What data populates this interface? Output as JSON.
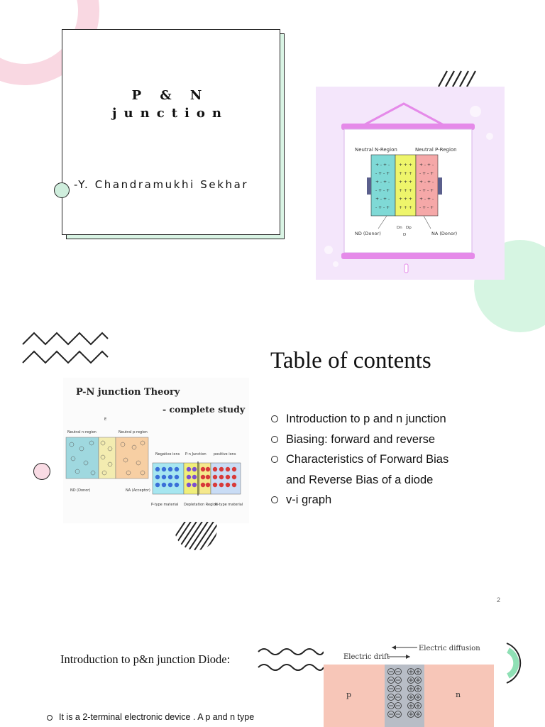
{
  "slide1": {
    "title_line1": "P & N",
    "title_line2": "junction",
    "author": "-Y. Chandramukhi Sekhar",
    "image": {
      "label_n_region": "Neutral N-Region",
      "label_p_region": "Neutral P-Region",
      "label_donor_left": "ND (Donor)",
      "label_donor_right": "NA (Donor)",
      "label_dn": "Dn",
      "label_dp": "Dp",
      "label_d": "D"
    }
  },
  "slide2": {
    "toc_title": "Table of contents",
    "toc_items": [
      "Introduction to p and n junction",
      "Biasing: forward and reverse",
      "Characteristics of Forward Bias",
      "and Reverse Bias of a diode",
      "v-i graph"
    ],
    "image": {
      "heading1": "P-N junction Theory",
      "heading2": "- complete study",
      "label_e": "E",
      "label_n_region": "Neutral n-region",
      "label_p_region": "Neutral p-region",
      "label_nd": "ND (Donor)",
      "label_na": "NA (Acceptor)",
      "label_neg_ions": "Negative ions",
      "label_pn_junction": "P-n Junction",
      "label_pos_ions": "positive ions",
      "label_p_material": "P-type material",
      "label_depletion": "Depletation Region",
      "label_n_material": "N-type material"
    },
    "slide_number": "2"
  },
  "slide3": {
    "title": "Introduction to p&n junction Diode:",
    "bullet": "It is a 2-terminal electronic device . A p and n type",
    "image": {
      "label_diffusion": "Electric diffusion",
      "label_drift": "Electric drift",
      "label_p": "p",
      "label_n": "n"
    }
  },
  "colors": {
    "pink": "#f9d8e2",
    "mint": "#d6f5e2",
    "lavender": "#f4e6fb",
    "n_region": "#7fd9d6",
    "depletion": "#eef56b",
    "p_region": "#f5a8a8"
  }
}
